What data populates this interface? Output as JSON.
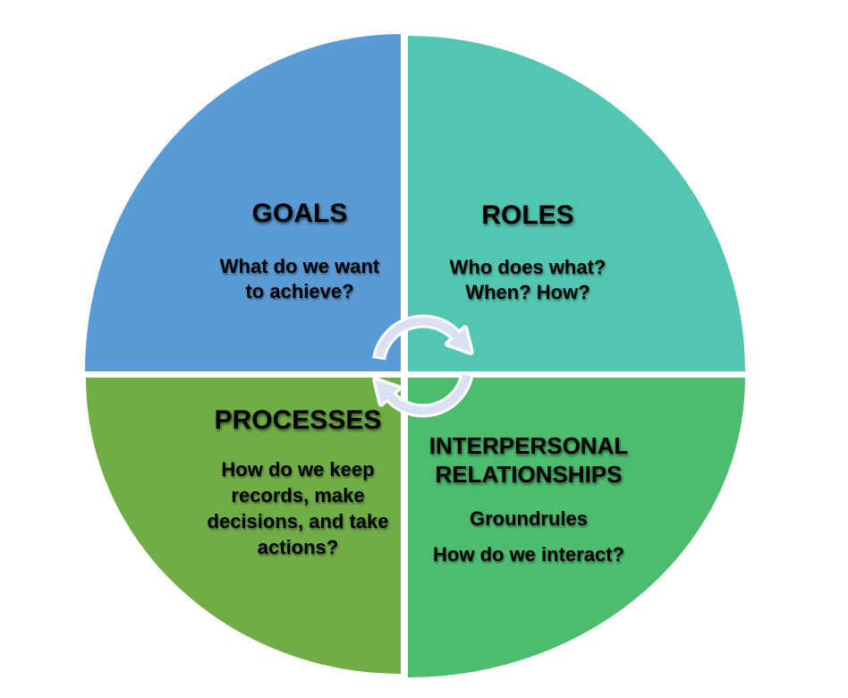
{
  "page": {
    "background": "#ffffff"
  },
  "diagram": {
    "type": "four-quadrant-cycle",
    "quadrants": [
      {
        "name": "goals",
        "title": "GOALS",
        "body": "What do we want\nto achieve?",
        "color": "#5B9BD5",
        "position": "top-left"
      },
      {
        "name": "roles",
        "title": "ROLES",
        "body": "Who does what?\nWhen? How?",
        "color": "#53C6B1",
        "position": "top-right"
      },
      {
        "name": "processes",
        "title": "PROCESSES",
        "body": "How do we keep\nrecords, make\ndecisions, and take\nactions?",
        "color": "#70AD47",
        "position": "bottom-left"
      },
      {
        "name": "interpersonal-relationships",
        "title": "INTERPERSONAL\nRELATIONSHIPS",
        "body": "Groundrules",
        "body2": "How do we interact?",
        "color": "#4DBC6E",
        "position": "bottom-right"
      }
    ],
    "center_icon": {
      "name": "cycle-arrows",
      "fill": "#D9E1F2",
      "outline": "#FFFFFF"
    },
    "text_color": "#000000"
  }
}
